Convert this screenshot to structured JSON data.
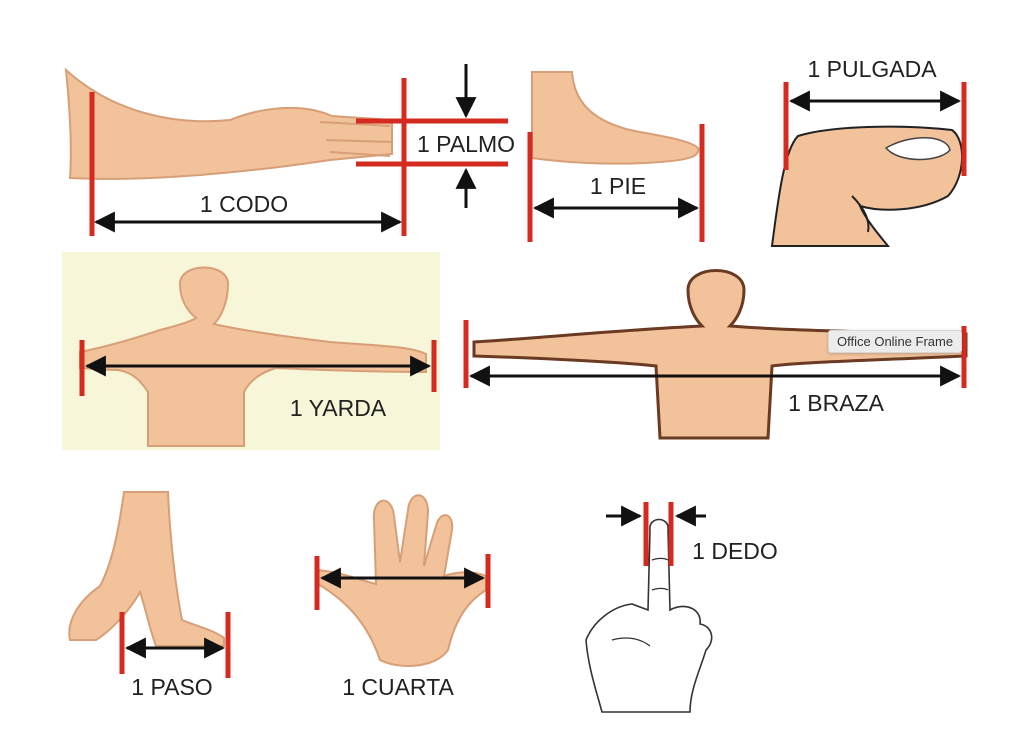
{
  "labels": {
    "codo": "1 CODO",
    "palmo": "1 PALMO",
    "pie": "1 PIE",
    "pulgada": "1 PULGADA",
    "yarda": "1 YARDA",
    "braza": "1 BRAZA",
    "paso": "1 PASO",
    "cuarta": "1 CUARTA",
    "dedo": "1 DEDO"
  },
  "tooltip": "Office Online Frame",
  "colors": {
    "marker": "#d42a1f",
    "arrow": "#111111",
    "skin": "#f2c29b",
    "skin_shadow": "#d79f77",
    "panel_bg": "#f8f6d8"
  }
}
